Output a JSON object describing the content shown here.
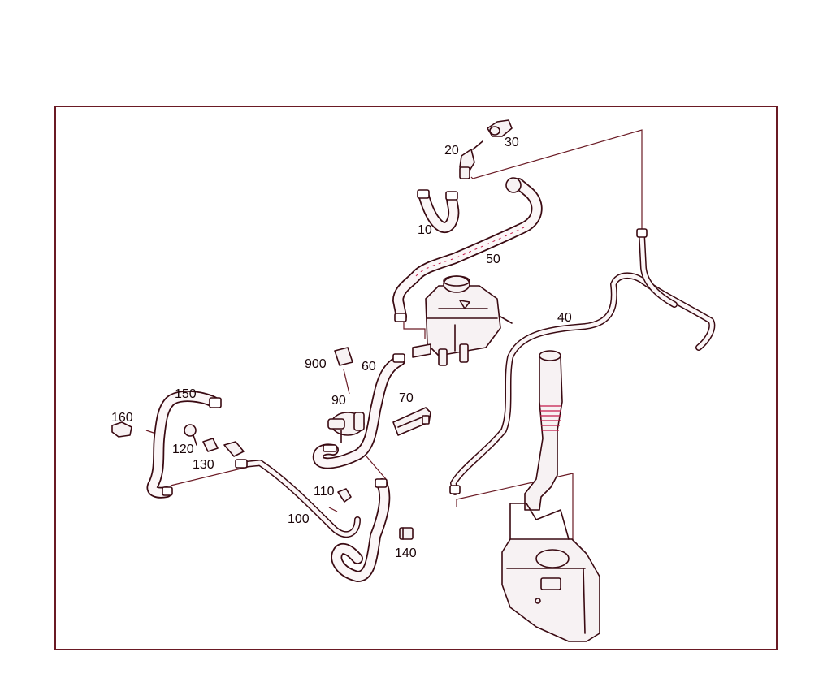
{
  "diagram": {
    "callouts": {
      "c10": "10",
      "c20": "20",
      "c30": "30",
      "c40": "40",
      "c50": "50",
      "c60": "60",
      "c70": "70",
      "c90": "90",
      "c100": "100",
      "c110": "110",
      "c120": "120",
      "c130": "130",
      "c140": "140",
      "c150": "150",
      "c160": "160",
      "c900": "900"
    }
  },
  "colors": {
    "frame": "#6a1a24",
    "line": "#3a0a12",
    "accent": "#c41a4a"
  }
}
